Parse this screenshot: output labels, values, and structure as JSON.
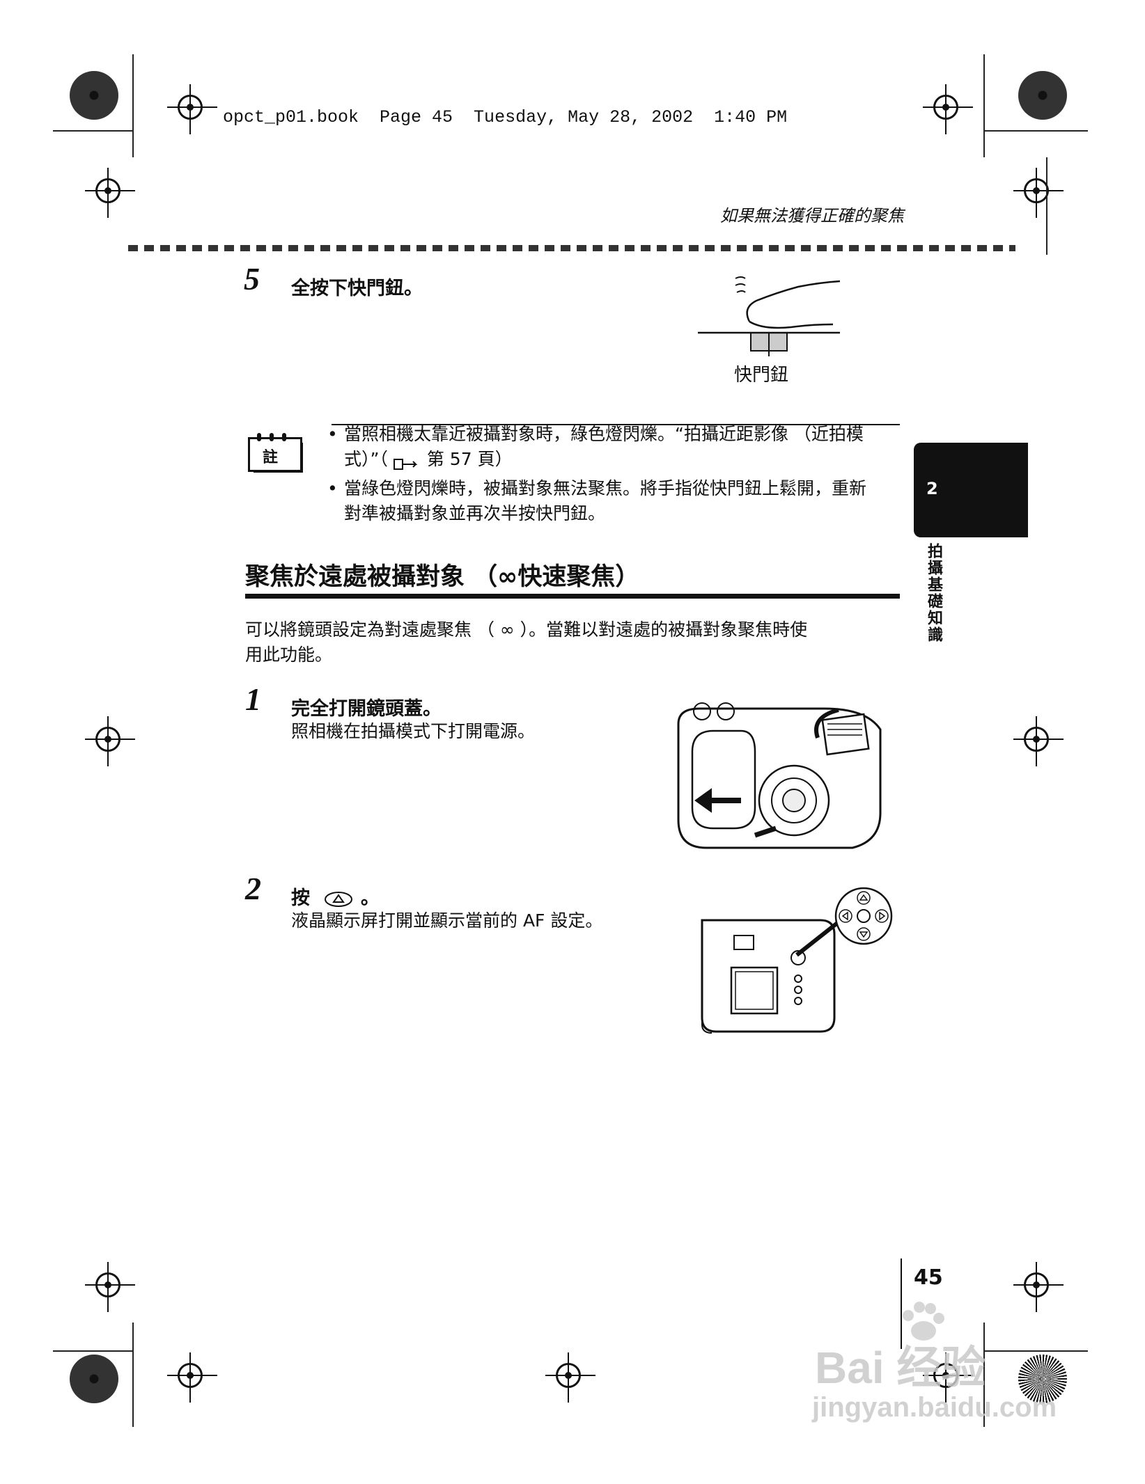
{
  "header": {
    "file_line": "opct_p01.book  Page 45  Tuesday, May 28, 2002  1:40 PM",
    "running_title": "如果無法獲得正確的聚焦"
  },
  "step5": {
    "number": "5",
    "title": "全按下快門鈕。",
    "figure_label": "快門鈕"
  },
  "note": {
    "icon_label": "註",
    "bullets": [
      {
        "line1": "當照相機太靠近被攝對象時，綠色燈閃爍。“拍攝近距影像 （近拍模",
        "line2": "式）”（",
        "ref": "第 57 頁）"
      },
      {
        "line1": "當綠色燈閃爍時，被攝對象無法聚焦。將手指從快門鈕上鬆開，重新",
        "line2": "對準被攝對象並再次半按快門鈕。"
      }
    ]
  },
  "side_tab": {
    "number": "2",
    "label": "拍攝基礎知識"
  },
  "section": {
    "title": "聚焦於遠處被攝對象 （∞快速聚焦）",
    "intro_line1": "可以將鏡頭設定為對遠處聚焦 （ ∞ ）。當難以對遠處的被攝對象聚焦時使",
    "intro_line2": "用此功能。"
  },
  "step1": {
    "number": "1",
    "title": "完全打開鏡頭蓋。",
    "desc": "照相機在拍攝模式下打開電源。"
  },
  "step2": {
    "number": "2",
    "title_prefix": "按",
    "title_suffix": "。",
    "desc": "液晶顯示屏打開並顯示當前的 AF 設定。"
  },
  "footer": {
    "page_number": "45"
  },
  "watermark": {
    "brand": "Bai 经验",
    "url": "jingyan.baidu.com"
  }
}
